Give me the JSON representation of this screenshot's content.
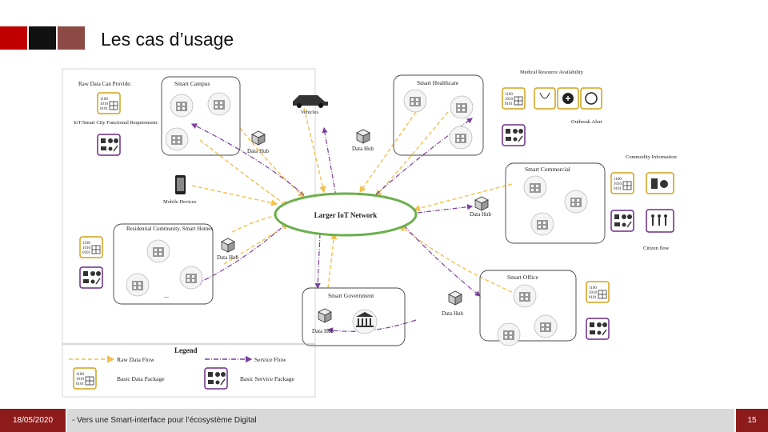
{
  "slide": {
    "title": "Les cas d’usage",
    "footer_date": "18/05/2020",
    "footer_text": "- Vers une Smart-interface pour l’écosystème Digital",
    "page_number": "15"
  },
  "diagram": {
    "center": "Larger IoT Network",
    "raw_data_can_provide": "Raw Data Can Provide:",
    "iot_requirement": "IoT/Smart City Functional Requirement:",
    "clusters": {
      "campus": "Smart Campus",
      "healthcare": "Smart Healthcare",
      "commercial": "Smart Commercial",
      "residential": "Residential Community, Smart Homes",
      "government": "Smart Government",
      "office": "Smart Office"
    },
    "data_hub": "Data Hub",
    "vehicles": "Vehicles",
    "mobile_devices": "Mobile Devices",
    "medical_resource": "Medical Resource Availability",
    "outbreak_alert": "Outbreak Alert",
    "commodity_information": "Commodity Information",
    "citizen_flow": "Citizen flow",
    "ellipsis": "...",
    "binary": [
      "1100",
      "1010",
      "0101"
    ],
    "legend": {
      "title": "Legend",
      "raw_data_flow": "Raw Data Flow",
      "service_flow": "Service Flow",
      "basic_data_package": "Basic Data Package",
      "basic_service_package": "Basic Service Package"
    },
    "colors": {
      "raw_data_flow": "#f2c14e",
      "service_flow": "#7b3f9e",
      "network_ring": "#6ab04c",
      "package_border_data": "#d4a017",
      "package_border_service": "#6b2c8a",
      "title_accent": "#8e1b1b"
    }
  }
}
